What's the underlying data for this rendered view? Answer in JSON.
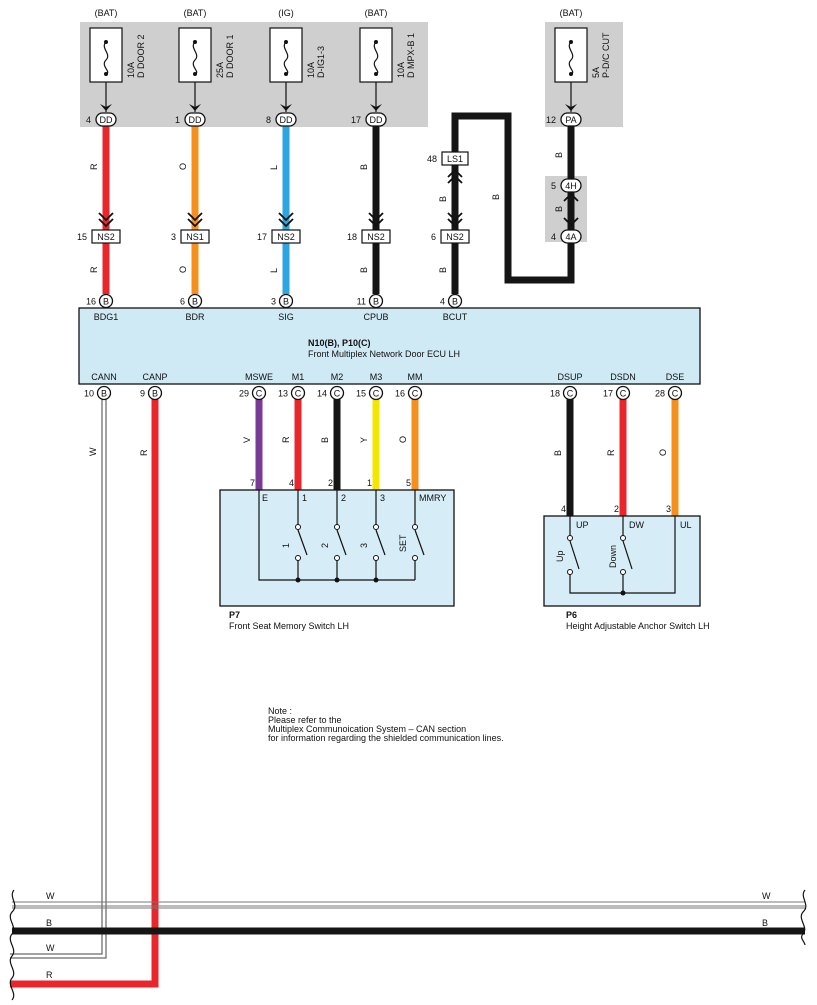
{
  "colors": {
    "panel_gray": "#cfcfcf",
    "ecu_blue": "#cfe9f5",
    "switch_blue": "#d6ecf7",
    "wire_red": "#e8262c",
    "wire_orange": "#f5901e",
    "wire_blue": "#2ca6e0",
    "wire_black": "#151515",
    "wire_violet": "#7a3b96",
    "wire_yellow": "#f5e600",
    "wire_white": "#ffffff"
  },
  "fuses": [
    {
      "supply": "(BAT)",
      "rating": "10A",
      "name": "D DOOR 2",
      "pin": "4",
      "conn": "DD"
    },
    {
      "supply": "(BAT)",
      "rating": "25A",
      "name": "D DOOR 1",
      "pin": "1",
      "conn": "DD"
    },
    {
      "supply": "(IG)",
      "rating": "10A",
      "name": "D-IG1-3",
      "pin": "8",
      "conn": "DD"
    },
    {
      "supply": "(BAT)",
      "rating": "10A",
      "name": "D MPX-B 1",
      "pin": "17",
      "conn": "DD"
    },
    {
      "supply": "(BAT)",
      "rating": "5A",
      "name": "P-D/C CUT",
      "pin": "12",
      "conn": "PA"
    }
  ],
  "wire_colors_upper": [
    "R",
    "O",
    "L",
    "B",
    "B",
    "B",
    "B"
  ],
  "wire_colors_lower": [
    "R",
    "O",
    "L",
    "B",
    "B"
  ],
  "wire_b_loop": "B",
  "wire_4h_top": "B",
  "wire_4h_bottom": "B",
  "junctions": [
    {
      "pin": "15",
      "conn": "NS2"
    },
    {
      "pin": "3",
      "conn": "NS1"
    },
    {
      "pin": "17",
      "conn": "NS2"
    },
    {
      "pin": "18",
      "conn": "NS2"
    },
    {
      "pin": "6",
      "conn": "NS2"
    }
  ],
  "ls1": {
    "pin": "48",
    "conn": "LS1"
  },
  "j4h": {
    "pin": "5",
    "conn": "4H"
  },
  "j4a": {
    "pin": "4",
    "conn": "4A"
  },
  "ecu": {
    "title": "N10(B), P10(C)",
    "subtitle": "Front Multiplex Network Door ECU LH",
    "top_pins": [
      {
        "pin": "16",
        "conn": "B",
        "label": "BDG1"
      },
      {
        "pin": "6",
        "conn": "B",
        "label": "BDR"
      },
      {
        "pin": "3",
        "conn": "B",
        "label": "SIG"
      },
      {
        "pin": "11",
        "conn": "B",
        "label": "CPUB"
      },
      {
        "pin": "4",
        "conn": "B",
        "label": "BCUT"
      }
    ],
    "bottom_pins": [
      {
        "pin": "10",
        "conn": "B",
        "label": "CANN",
        "wire": "W"
      },
      {
        "pin": "9",
        "conn": "B",
        "label": "CANP",
        "wire": "R"
      },
      {
        "pin": "29",
        "conn": "C",
        "label": "MSWE",
        "wire": "V"
      },
      {
        "pin": "13",
        "conn": "C",
        "label": "M1",
        "wire": "R"
      },
      {
        "pin": "14",
        "conn": "C",
        "label": "M2",
        "wire": "B"
      },
      {
        "pin": "15",
        "conn": "C",
        "label": "M3",
        "wire": "Y"
      },
      {
        "pin": "16",
        "conn": "C",
        "label": "MM",
        "wire": "O"
      },
      {
        "pin": "18",
        "conn": "C",
        "label": "DSUP",
        "wire": "B"
      },
      {
        "pin": "17",
        "conn": "C",
        "label": "DSDN",
        "wire": "R"
      },
      {
        "pin": "28",
        "conn": "C",
        "label": "DSE",
        "wire": "O"
      }
    ]
  },
  "p7": {
    "id": "P7",
    "name": "Front Seat Memory Switch LH",
    "pins": [
      {
        "pin": "7",
        "label": "E"
      },
      {
        "pin": "4",
        "label": "1"
      },
      {
        "pin": "2",
        "label": "2"
      },
      {
        "pin": "1",
        "label": "3"
      },
      {
        "pin": "5",
        "label": "MMRY"
      }
    ],
    "switches": [
      "1",
      "2",
      "3",
      "SET"
    ]
  },
  "p6": {
    "id": "P6",
    "name": "Height Adjustable Anchor Switch LH",
    "pins": [
      {
        "pin": "4",
        "label": "UP"
      },
      {
        "pin": "2",
        "label": "DW"
      },
      {
        "pin": "3",
        "label": "UL"
      }
    ],
    "switches": [
      "Up",
      "Down"
    ]
  },
  "note": {
    "lines": [
      "Note :",
      "Please refer to the",
      "Multiplex Communoication System – CAN section",
      "for information regarding the shielded communication lines."
    ]
  },
  "bus": {
    "w_left": "W",
    "w_right": "W",
    "b_left": "B",
    "b_right": "B",
    "w2_left": "W",
    "r_left": "R"
  }
}
